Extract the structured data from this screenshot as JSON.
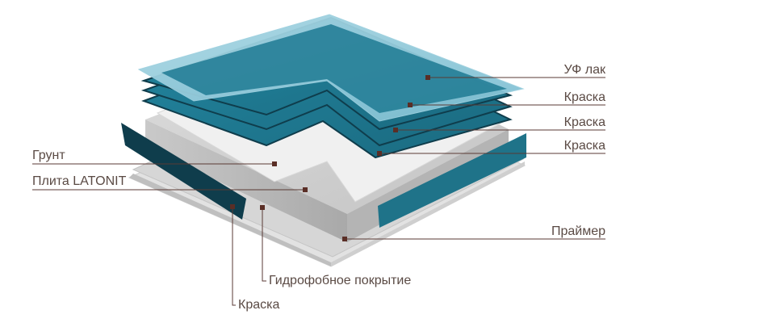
{
  "colors": {
    "text": "#5a4a44",
    "leader_line": "#5a3a34",
    "marker": "#5a2e26",
    "uv_lacquer": "#88c4d6",
    "paint_teal": "#1f7389",
    "paint_dark": "#0f3d4c",
    "ground_white": "#ececec",
    "board_grey": "#bdbdbd",
    "primer": "#d8d8d8"
  },
  "labels": {
    "uv_lacquer": "УФ лак",
    "paint_1": "Краска",
    "paint_2": "Краска",
    "paint_3": "Краска",
    "primer": "Праймер",
    "ground": "Грунт",
    "board": "Плита LATONIT",
    "hydrophobic": "Гидрофобное покрытие",
    "paint_bottom": "Краска"
  }
}
